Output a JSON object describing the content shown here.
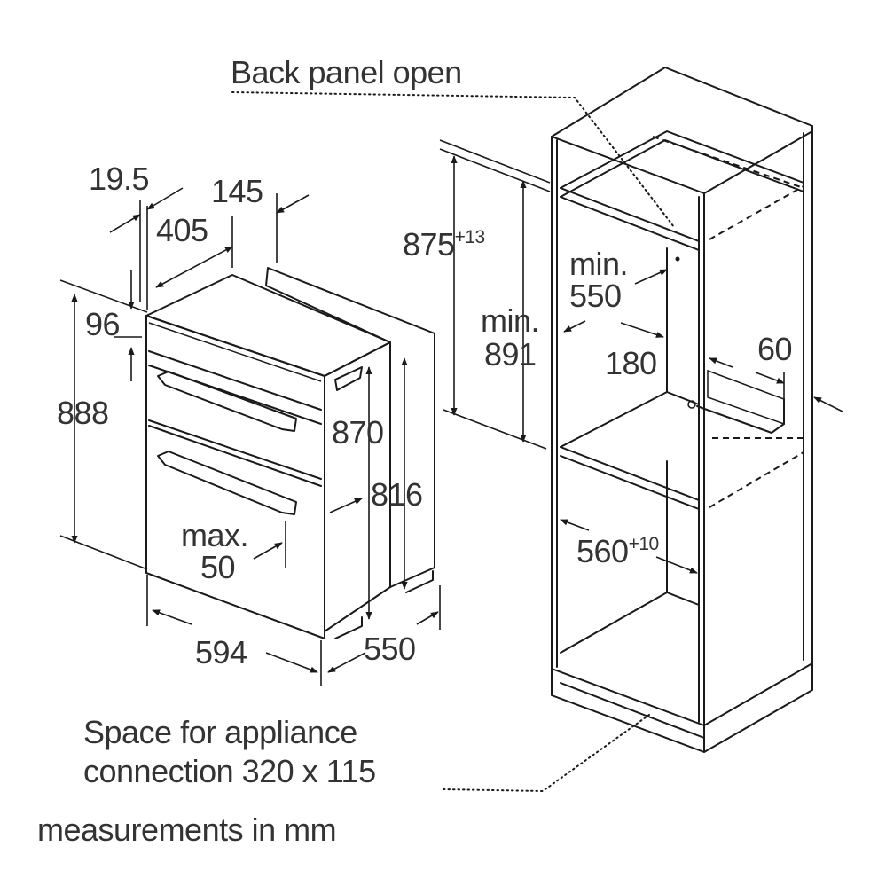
{
  "labels": {
    "back_panel": "Back panel open",
    "d19_5": "19.5",
    "d145": "145",
    "d405": "405",
    "d96": "96",
    "d888": "888",
    "d870": "870",
    "d816": "816",
    "max_a": "max.",
    "max_b": "50",
    "d594": "594",
    "d550": "550",
    "d875": "875",
    "d875_tol": "+13",
    "min891_a": "min.",
    "min891_b": "891",
    "min550_a": "min.",
    "min550_b": "550",
    "d180": "180",
    "d60": "60",
    "d560": "560",
    "d560_tol": "+10",
    "space_a": "Space for appliance",
    "space_b": "connection 320 x 115",
    "units": "measurements in mm"
  }
}
